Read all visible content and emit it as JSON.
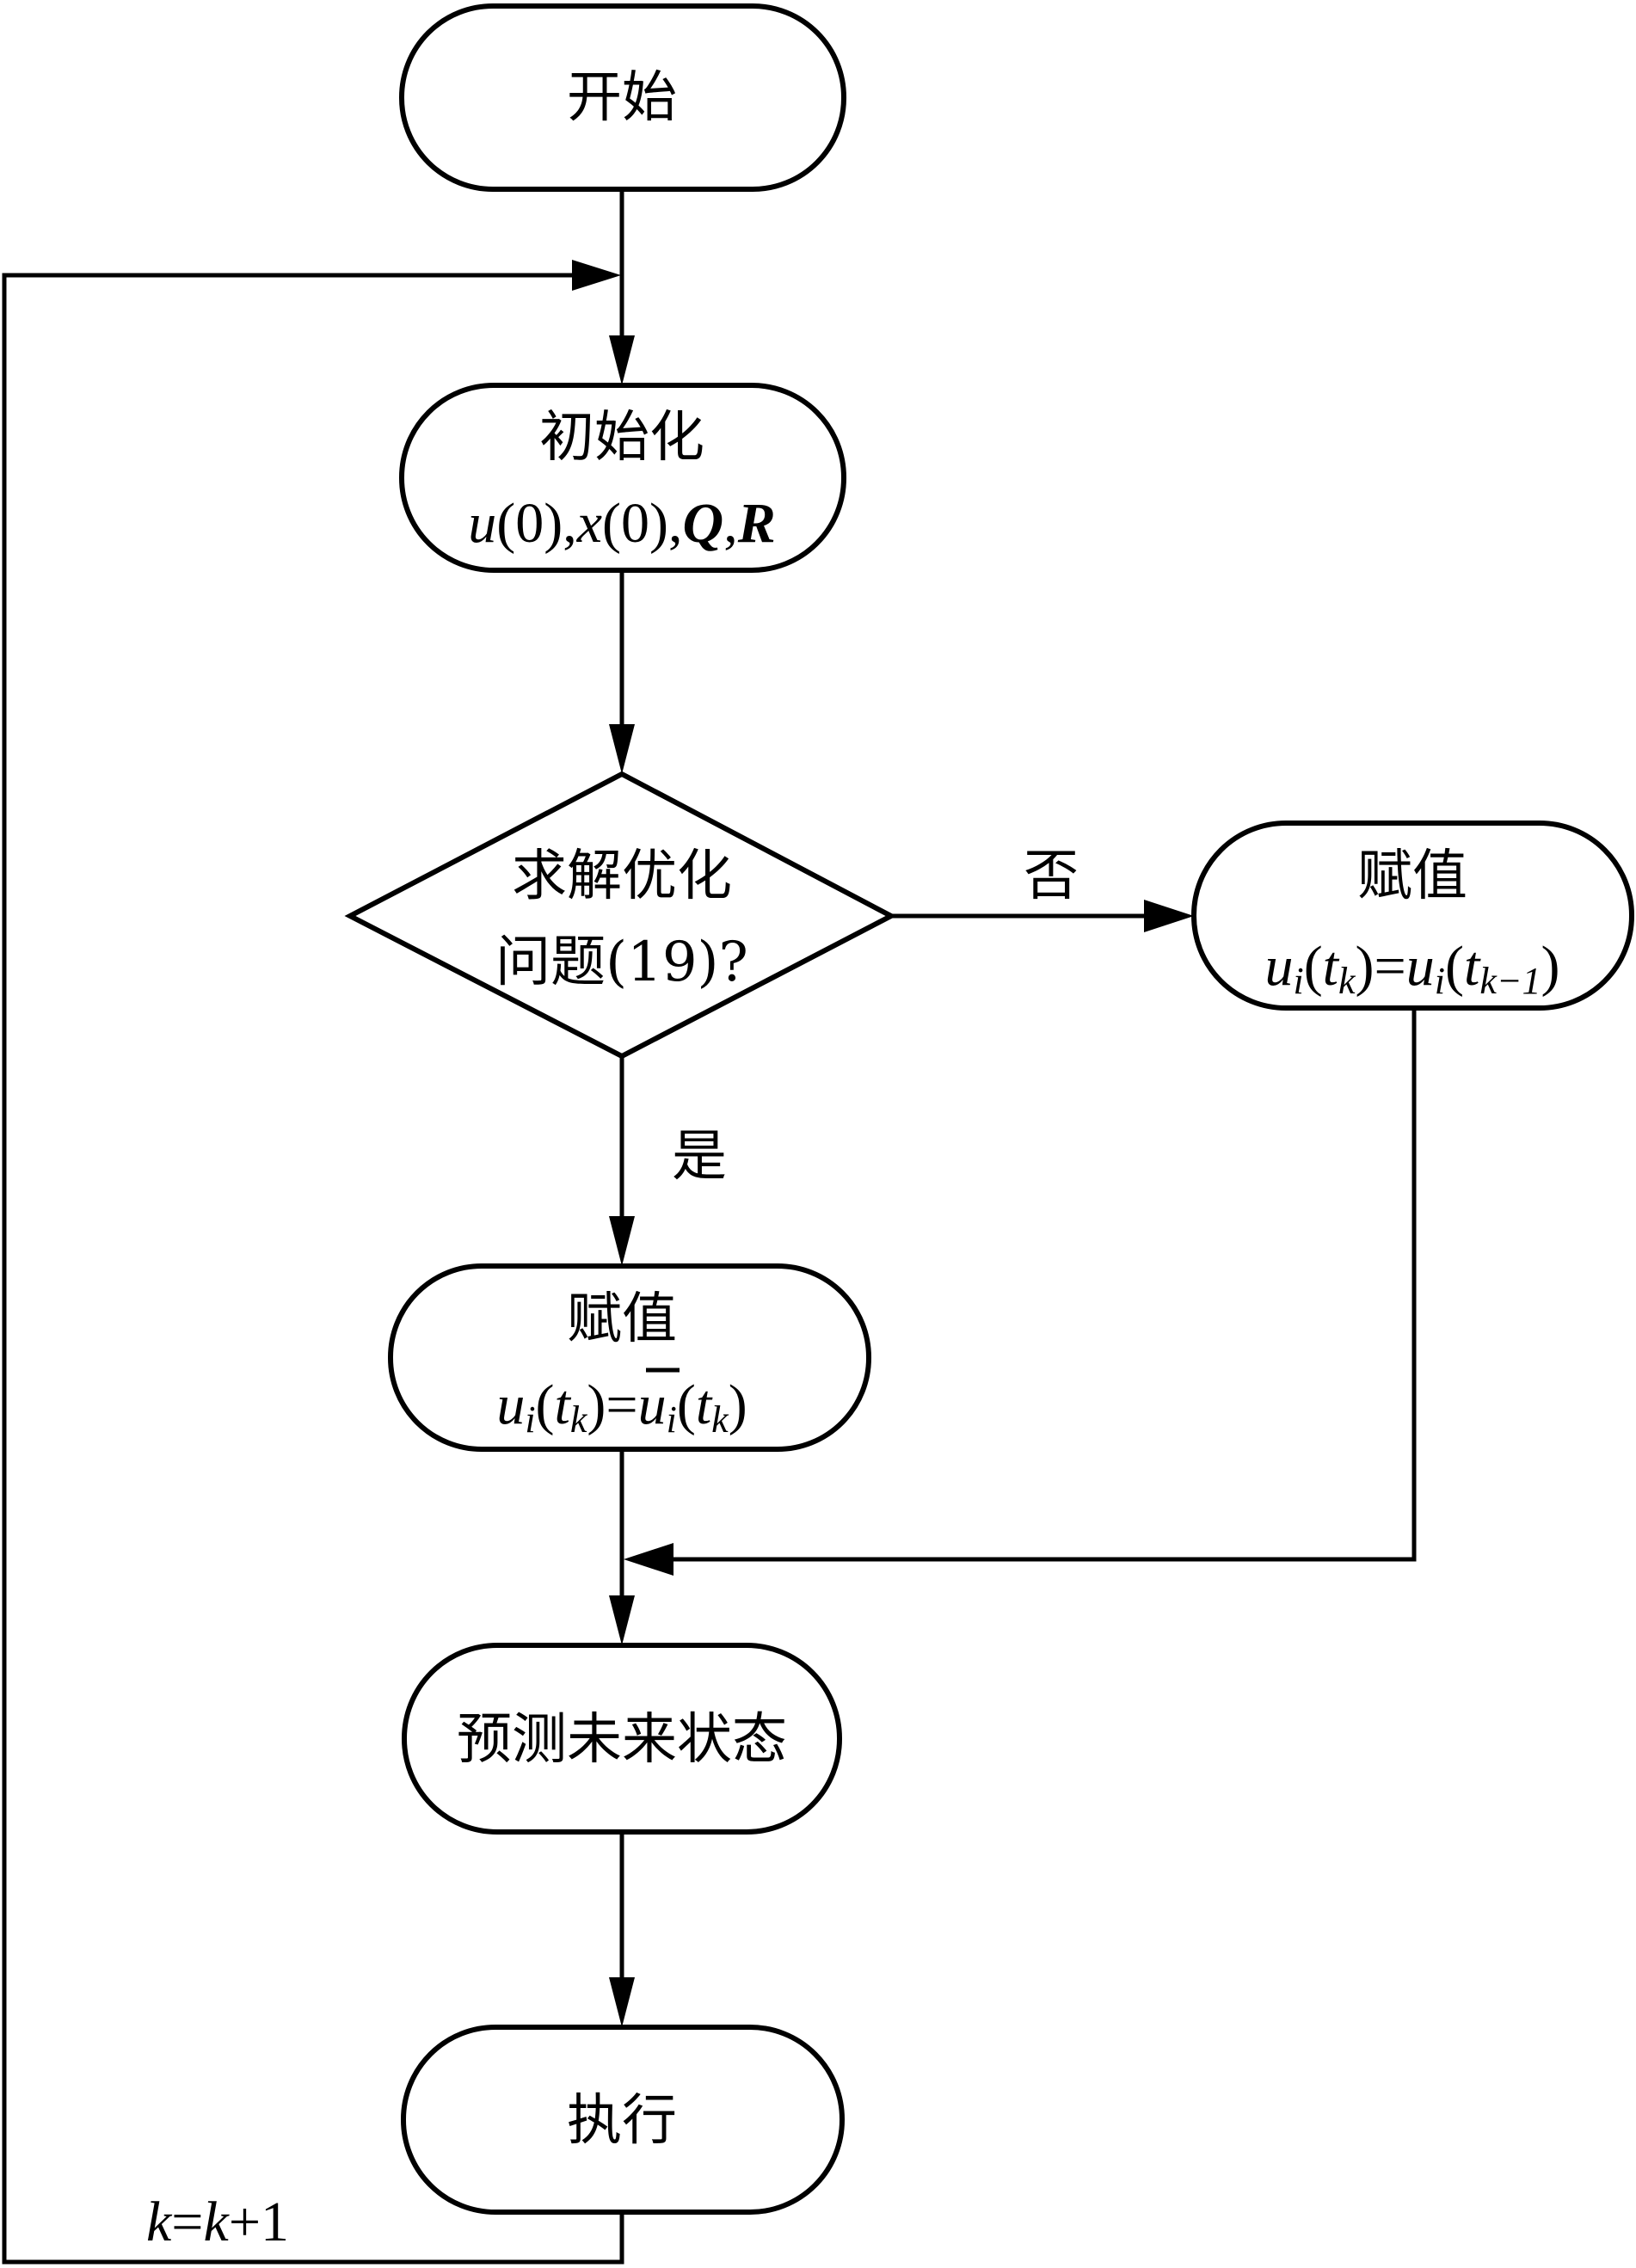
{
  "diagram": {
    "type": "flowchart",
    "nodes": {
      "start": {
        "label": "开始"
      },
      "init": {
        "label": "初始化",
        "formula": {
          "u": "u",
          "p1": "(0),",
          "x": "x",
          "p2": "(0),",
          "Q": "Q",
          "comma": ",",
          "R": "R"
        }
      },
      "decision": {
        "line1": "求解优化",
        "line2": "问题(19)?"
      },
      "assign_no": {
        "label": "赋值",
        "formula": {
          "u1": "u",
          "i1": "i",
          "o1": "(",
          "t1": "t",
          "k1": "k",
          "c1": ")=",
          "u2": "u",
          "i2": "i",
          "o2": "(",
          "t2": "t",
          "k2": "k−1",
          "c2": ")"
        }
      },
      "assign_yes": {
        "label": "赋值",
        "formula": {
          "u1": "u",
          "i1": "i",
          "o1": "(",
          "t1": "t",
          "k1": "k",
          "c1": ")=",
          "u2": "u",
          "i2": "i",
          "o2": "(",
          "t2": "t",
          "k2": "k",
          "c2": ")"
        }
      },
      "predict": {
        "label": "预测未来状态"
      },
      "execute": {
        "label": "执行"
      }
    },
    "edge_labels": {
      "no": "否",
      "yes": "是",
      "loop": {
        "k1": "k",
        "eq": "=",
        "k2": "k",
        "plus": "+1"
      }
    },
    "edges": [
      {
        "from": "start",
        "to": "init"
      },
      {
        "from": "init",
        "to": "decision"
      },
      {
        "from": "decision",
        "to": "assign_no",
        "label": "否"
      },
      {
        "from": "decision",
        "to": "assign_yes",
        "label": "是"
      },
      {
        "from": "assign_yes",
        "to": "predict"
      },
      {
        "from": "assign_no",
        "to": "predict"
      },
      {
        "from": "predict",
        "to": "execute"
      },
      {
        "from": "execute",
        "to": "init",
        "label": "k=k+1"
      }
    ]
  }
}
